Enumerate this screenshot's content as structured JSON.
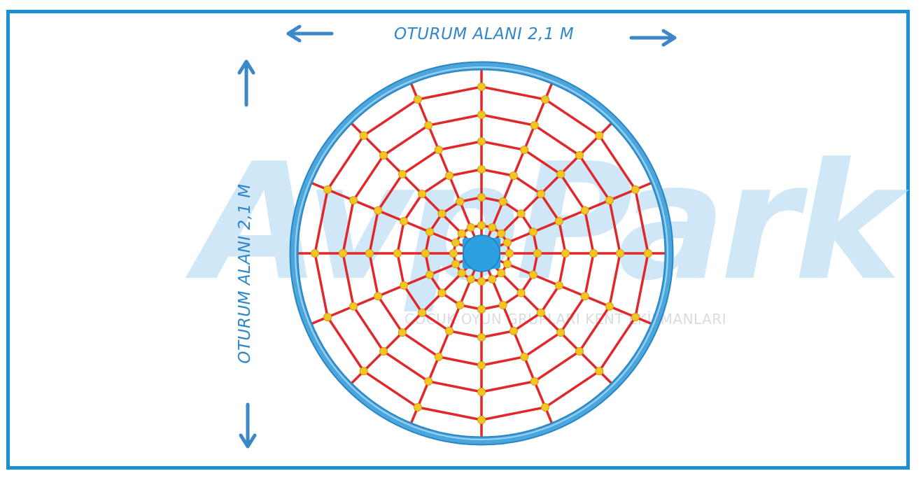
{
  "diagram": {
    "width_label": "OTURUM ALANI 2,1 M",
    "height_label": "OTURUM ALANI 2,1 M",
    "watermark": "AvpPark",
    "watermark_subtitle": "ÇOCUK OYUN GRUPLARI KENT EKİPMANLARI",
    "colors": {
      "frame": "#1a8fd2",
      "ring": "#4aa6dc",
      "net": "#e0282c",
      "knot": "#f3c623",
      "hub": "#2e9fe0",
      "arrow": "#3b87c8"
    }
  }
}
